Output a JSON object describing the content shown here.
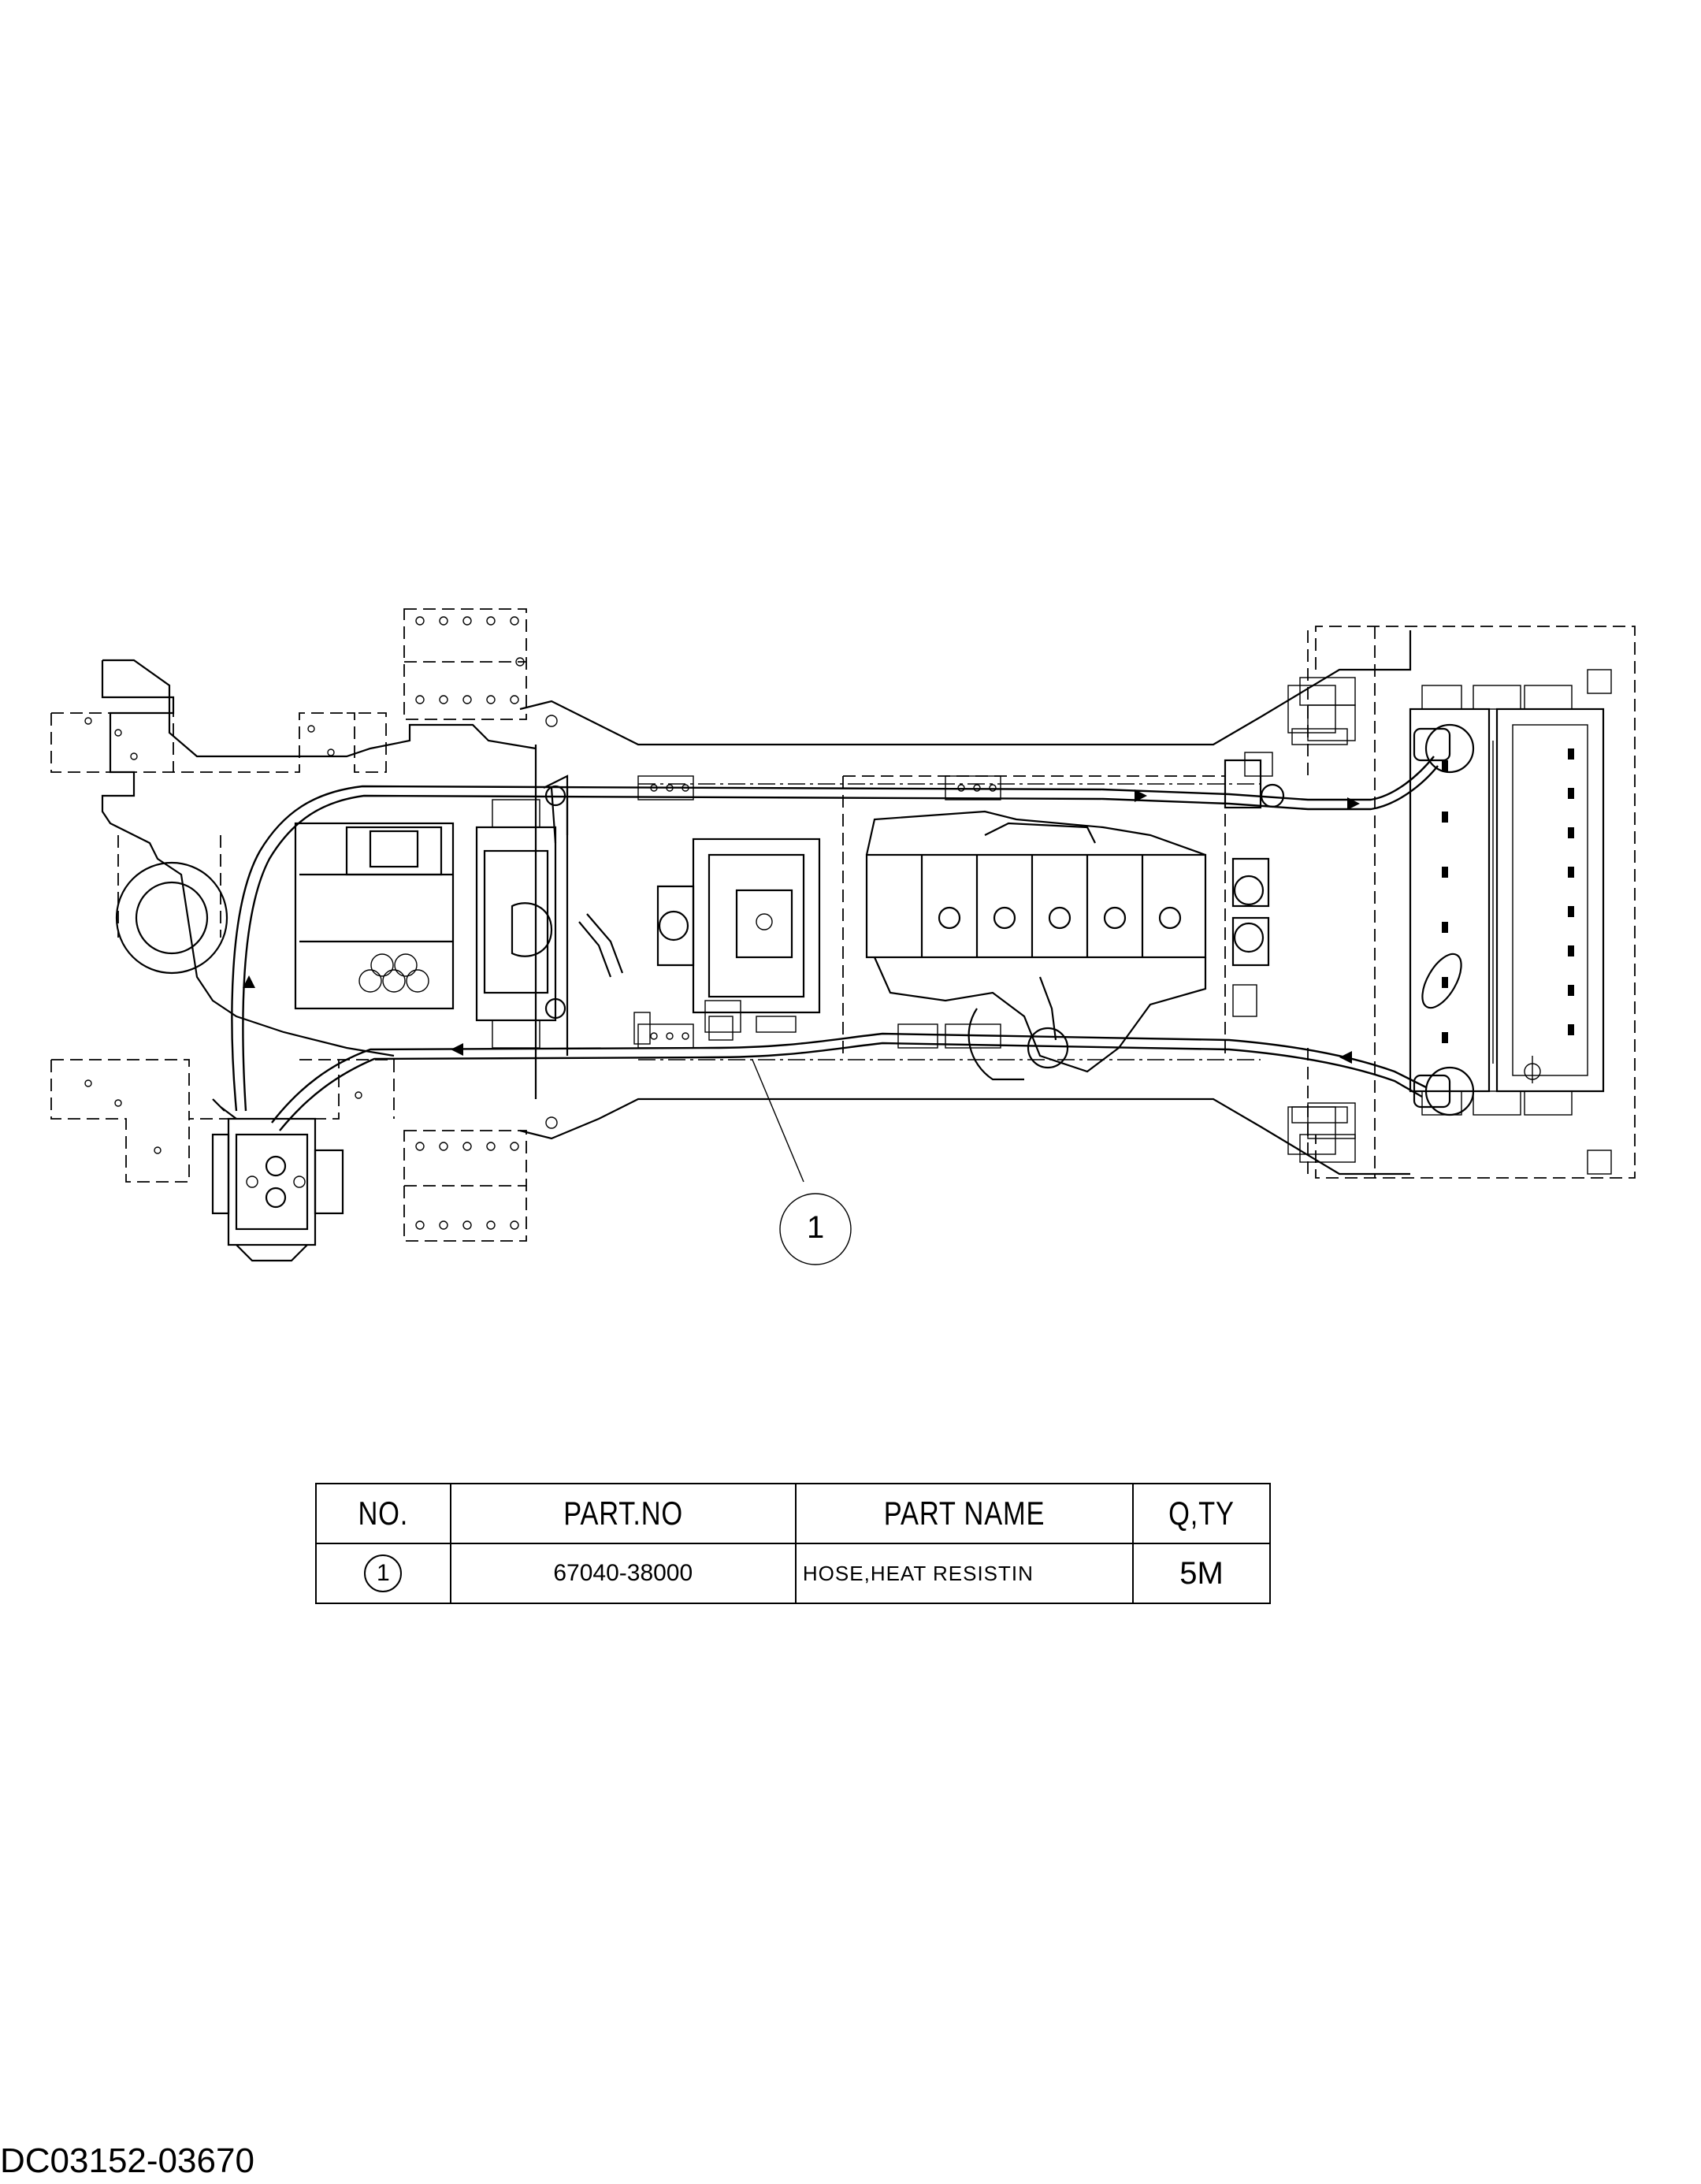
{
  "drawing": {
    "callout_number": "1"
  },
  "parts_table": {
    "headers": {
      "no": "NO.",
      "part_no": "PART.NO",
      "part_name": "PART NAME",
      "qty": "Q,TY"
    },
    "rows": [
      {
        "no": "1",
        "part_no": "67040-38000",
        "part_name": "HOSE,HEAT RESISTIN",
        "qty": "5M"
      }
    ]
  },
  "document_code": "DC03152-03670"
}
